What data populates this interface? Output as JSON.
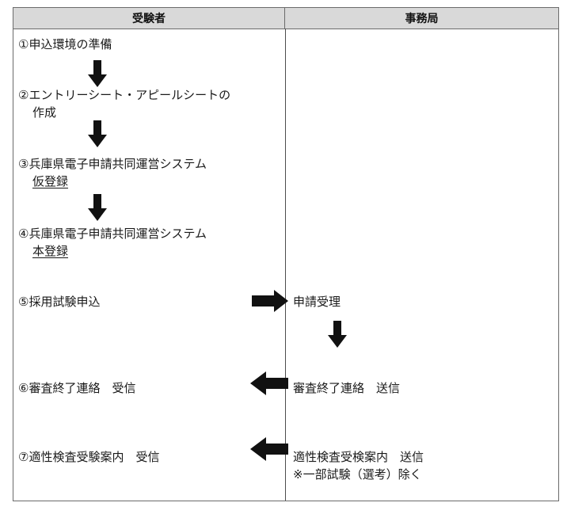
{
  "headers": {
    "applicant": "受験者",
    "office": "事務局"
  },
  "applicant_steps": {
    "s1": "①申込環境の準備",
    "s2_line1": "②エントリーシート・アピールシートの",
    "s2_line2": "作成",
    "s3_line1": "③兵庫県電子申請共同運営システム",
    "s3_line2": "仮登録",
    "s4_line1": "④兵庫県電子申請共同運営システム",
    "s4_line2": "本登録",
    "s5": "⑤採用試験申込",
    "s6": "⑥審査終了連絡　受信",
    "s7": "⑦適性検査受験案内　受信"
  },
  "office_steps": {
    "o1": "申請受理",
    "o2": "審査終了連絡　送信",
    "o3_line1": "適性検査受検案内　送信",
    "o3_line2": "※一部試験（選考）除く"
  },
  "colors": {
    "header_bg": "#d9d9d9",
    "border": "#6b6b6b",
    "arrow": "#111111"
  }
}
